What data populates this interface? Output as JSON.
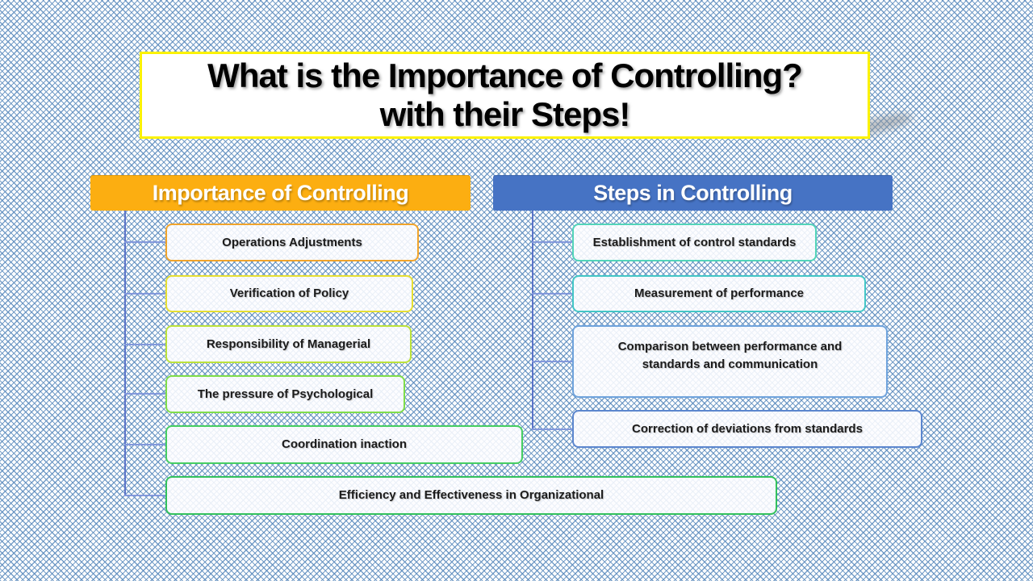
{
  "title": {
    "line1": "What is the Importance of Controlling?",
    "line2": "with their Steps!"
  },
  "colors": {
    "title_border": "#FBF200",
    "background_pattern_blue": "#5E8DBE",
    "connector_vertical": "#5C74C8",
    "connector_branch": "#8298DB"
  },
  "columns": [
    {
      "header": "Importance of Controlling",
      "header_color": "#FCAE11",
      "items": [
        {
          "label": "Operations Adjustments",
          "border": "#F0A42C"
        },
        {
          "label": "Verification of Policy",
          "border": "#E6DF33"
        },
        {
          "label": "Responsibility of Managerial",
          "border": "#BCE23B"
        },
        {
          "label": "The pressure of Psychological",
          "border": "#7FDD4A"
        },
        {
          "label": "Coordination inaction",
          "border": "#46CE62"
        },
        {
          "label": "Efficiency and Effectiveness in Organizational",
          "border": "#32C15C"
        }
      ]
    },
    {
      "header": "Steps in Controlling",
      "header_color": "#4673C4",
      "items": [
        {
          "label": "Establishment of control standards",
          "border": "#53D4B9"
        },
        {
          "label": "Measurement of performance",
          "border": "#43C6C6"
        },
        {
          "label": "Comparison between performance and standards and communication",
          "border": "#6FA3DC"
        },
        {
          "label": "Correction of deviations from standards",
          "border": "#5B86CE"
        }
      ]
    }
  ]
}
